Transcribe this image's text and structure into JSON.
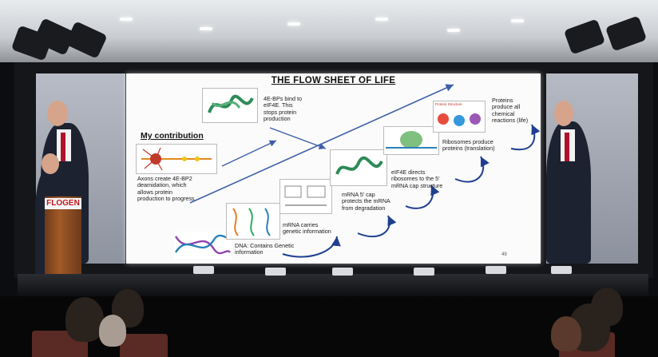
{
  "podium": {
    "sign": "FLOGEN"
  },
  "slide": {
    "title": "THE FLOW SHEET OF LIFE",
    "my_contribution": "My contribution",
    "contribution_lines": [
      "Axons create 4E-BP2",
      "deamidation, which",
      "allows protein",
      "production to progress"
    ],
    "bp_lines": [
      "4E-BPs bind to",
      "eIF4E. This",
      "stops protein",
      "production"
    ],
    "steps": [
      {
        "lines": [
          "DNA: Contains Genetic",
          "information"
        ]
      },
      {
        "lines": [
          "mRNA  carries",
          "genetic information"
        ]
      },
      {
        "lines": [
          "mRNA 5’ cap",
          "protects the mRNA",
          "from degradation"
        ]
      },
      {
        "lines": [
          "eIF4E directs",
          "ribosomes to the 5’",
          "mRNA cap structure"
        ]
      },
      {
        "lines": [
          "Ribosomes produce",
          "proteins (translation)"
        ]
      },
      {
        "lines": [
          "Proteins",
          "produce all",
          "chemical",
          "reactions (life)"
        ]
      }
    ],
    "thumb_label": "Protein Structure",
    "page_number": "49"
  },
  "colors": {
    "arrow": "#3f5fa8",
    "curve_arrow": "#1f3f8f",
    "podium_sign": "#c0191b"
  }
}
